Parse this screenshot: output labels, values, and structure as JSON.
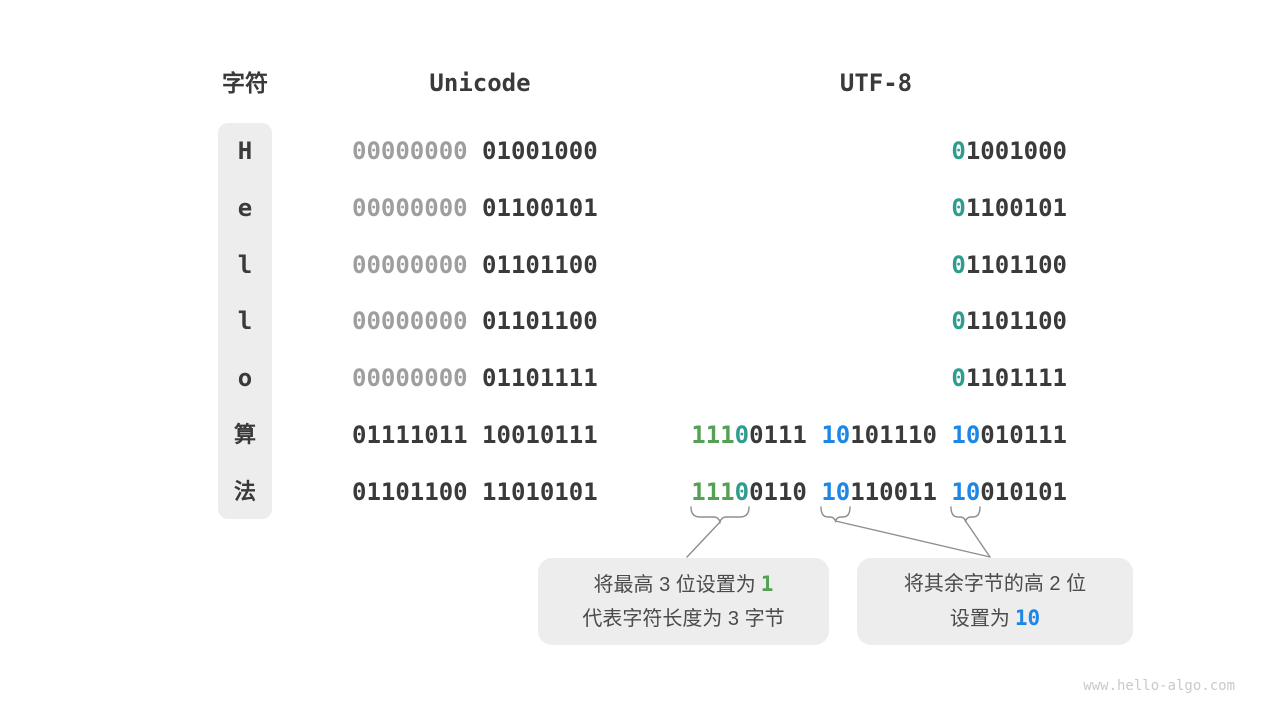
{
  "colors": {
    "dark": "#3a3a3a",
    "gray": "#9e9e9e",
    "green": "#55a054",
    "teal": "#2e9c8e",
    "blue": "#1e87e5",
    "boxbg": "#ededed",
    "anno": "#4b4b4b",
    "line": "#8e8e8e",
    "watermark": "#c9c9c9"
  },
  "header": {
    "char_col": "字符",
    "unicode_col": "Unicode",
    "utf8_col": "UTF-8"
  },
  "table": {
    "rows": [
      {
        "char": "H",
        "unicode": [
          {
            "t": "00000000",
            "c": "gray"
          },
          {
            "t": "01001000",
            "c": "dark"
          }
        ],
        "utf8": [
          [
            {
              "t": "0",
              "c": "teal"
            },
            {
              "t": "1001000",
              "c": "dark"
            }
          ]
        ]
      },
      {
        "char": "e",
        "unicode": [
          {
            "t": "00000000",
            "c": "gray"
          },
          {
            "t": "01100101",
            "c": "dark"
          }
        ],
        "utf8": [
          [
            {
              "t": "0",
              "c": "teal"
            },
            {
              "t": "1100101",
              "c": "dark"
            }
          ]
        ]
      },
      {
        "char": "l",
        "unicode": [
          {
            "t": "00000000",
            "c": "gray"
          },
          {
            "t": "01101100",
            "c": "dark"
          }
        ],
        "utf8": [
          [
            {
              "t": "0",
              "c": "teal"
            },
            {
              "t": "1101100",
              "c": "dark"
            }
          ]
        ]
      },
      {
        "char": "l",
        "unicode": [
          {
            "t": "00000000",
            "c": "gray"
          },
          {
            "t": "01101100",
            "c": "dark"
          }
        ],
        "utf8": [
          [
            {
              "t": "0",
              "c": "teal"
            },
            {
              "t": "1101100",
              "c": "dark"
            }
          ]
        ]
      },
      {
        "char": "o",
        "unicode": [
          {
            "t": "00000000",
            "c": "gray"
          },
          {
            "t": "01101111",
            "c": "dark"
          }
        ],
        "utf8": [
          [
            {
              "t": "0",
              "c": "teal"
            },
            {
              "t": "1101111",
              "c": "dark"
            }
          ]
        ]
      },
      {
        "char": "算",
        "unicode": [
          {
            "t": "01111011",
            "c": "dark"
          },
          {
            "t": "10010111",
            "c": "dark"
          }
        ],
        "utf8": [
          [
            {
              "t": "111",
              "c": "green"
            },
            {
              "t": "0",
              "c": "teal"
            },
            {
              "t": "0111",
              "c": "dark"
            }
          ],
          [
            {
              "t": "10",
              "c": "blue"
            },
            {
              "t": "101110",
              "c": "dark"
            }
          ],
          [
            {
              "t": "10",
              "c": "blue"
            },
            {
              "t": "010111",
              "c": "dark"
            }
          ]
        ]
      },
      {
        "char": "法",
        "unicode": [
          {
            "t": "01101100",
            "c": "dark"
          },
          {
            "t": "11010101",
            "c": "dark"
          }
        ],
        "utf8": [
          [
            {
              "t": "111",
              "c": "green"
            },
            {
              "t": "0",
              "c": "teal"
            },
            {
              "t": "0110",
              "c": "dark"
            }
          ],
          [
            {
              "t": "10",
              "c": "blue"
            },
            {
              "t": "110011",
              "c": "dark"
            }
          ],
          [
            {
              "t": "10",
              "c": "blue"
            },
            {
              "t": "010101",
              "c": "dark"
            }
          ]
        ]
      }
    ]
  },
  "annotations": {
    "box1": {
      "line1_text": "将最高 3 位设置为",
      "line1_value": "1",
      "line1_value_color": "green",
      "line2_text": "代表字符长度为 3 字节"
    },
    "box2": {
      "line1_text": "将其余字节的高 2 位",
      "line2_text": "设置为",
      "line2_value": "10",
      "line2_value_color": "blue"
    }
  },
  "watermark": "www.hello-algo.com"
}
